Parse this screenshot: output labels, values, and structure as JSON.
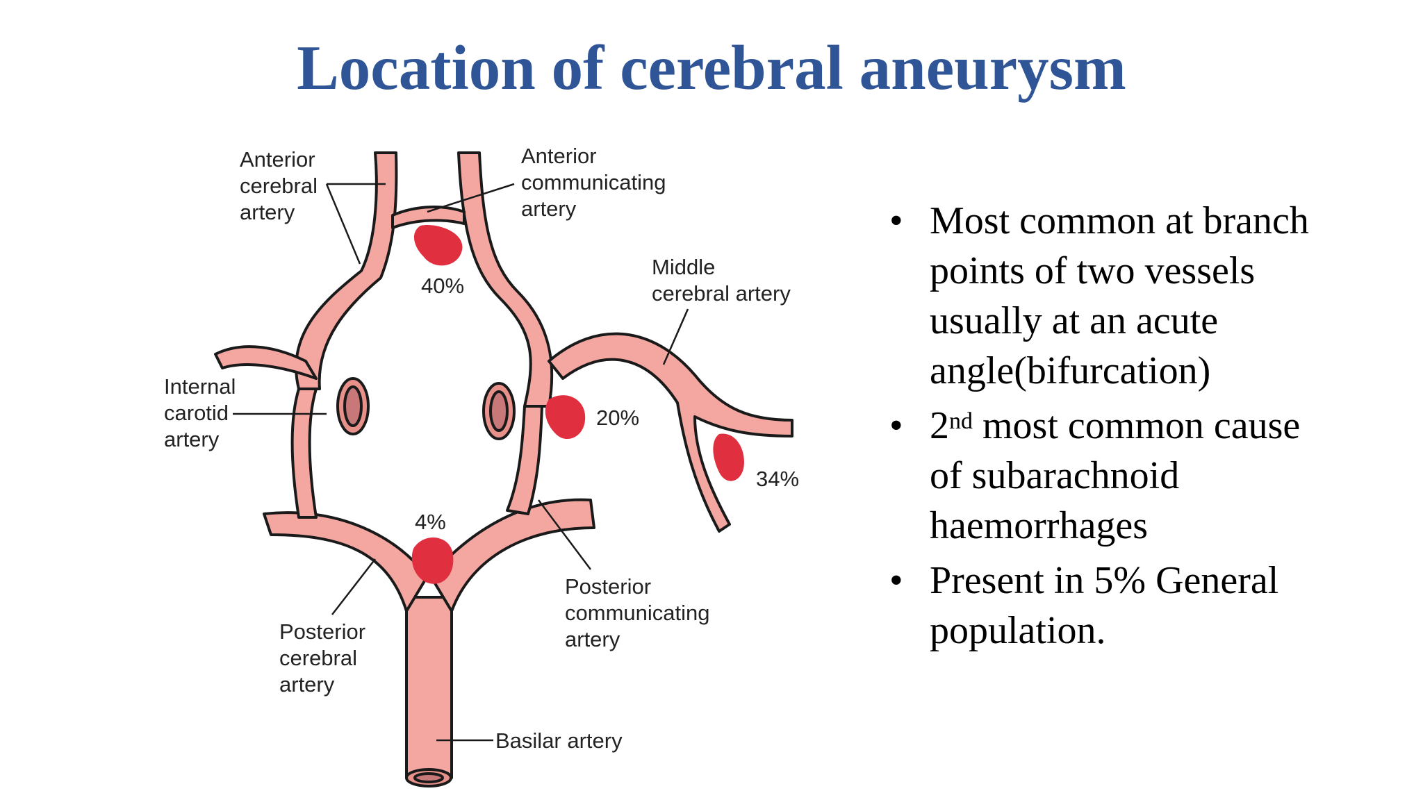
{
  "slide": {
    "title": "Location of cerebral aneurysm"
  },
  "diagram": {
    "labels": {
      "anterior_cerebral": [
        "Anterior",
        "cerebral",
        "artery"
      ],
      "anterior_communicating": [
        "Anterior",
        "communicating",
        "artery"
      ],
      "middle_cerebral": [
        "Middle",
        "cerebral artery"
      ],
      "internal_carotid": [
        "Internal",
        "carotid",
        "artery"
      ],
      "posterior_cerebral": [
        "Posterior",
        "cerebral",
        "artery"
      ],
      "posterior_communicating": [
        "Posterior",
        "communicating",
        "artery"
      ],
      "basilar": "Basilar artery"
    },
    "percentages": {
      "anterior_communicating": "40%",
      "posterior_communicating": "20%",
      "middle_cerebral": "34%",
      "basilar": "4%"
    },
    "colors": {
      "vessel": "#f4a6a0",
      "aneurysm": "#e03040",
      "outline": "#1a1a1a"
    }
  },
  "bullets": [
    {
      "lines": [
        "Most common at branch",
        "points of two vessels",
        "usually at an acute",
        "angle(bifurcation)"
      ]
    },
    {
      "prefix": "2",
      "sup": "nd",
      "lines": [
        " most common cause",
        "of subarachnoid",
        "haemorrhages"
      ]
    },
    {
      "lines": [
        "Present in 5% General",
        "population."
      ]
    }
  ],
  "bullet_glyph": "•"
}
